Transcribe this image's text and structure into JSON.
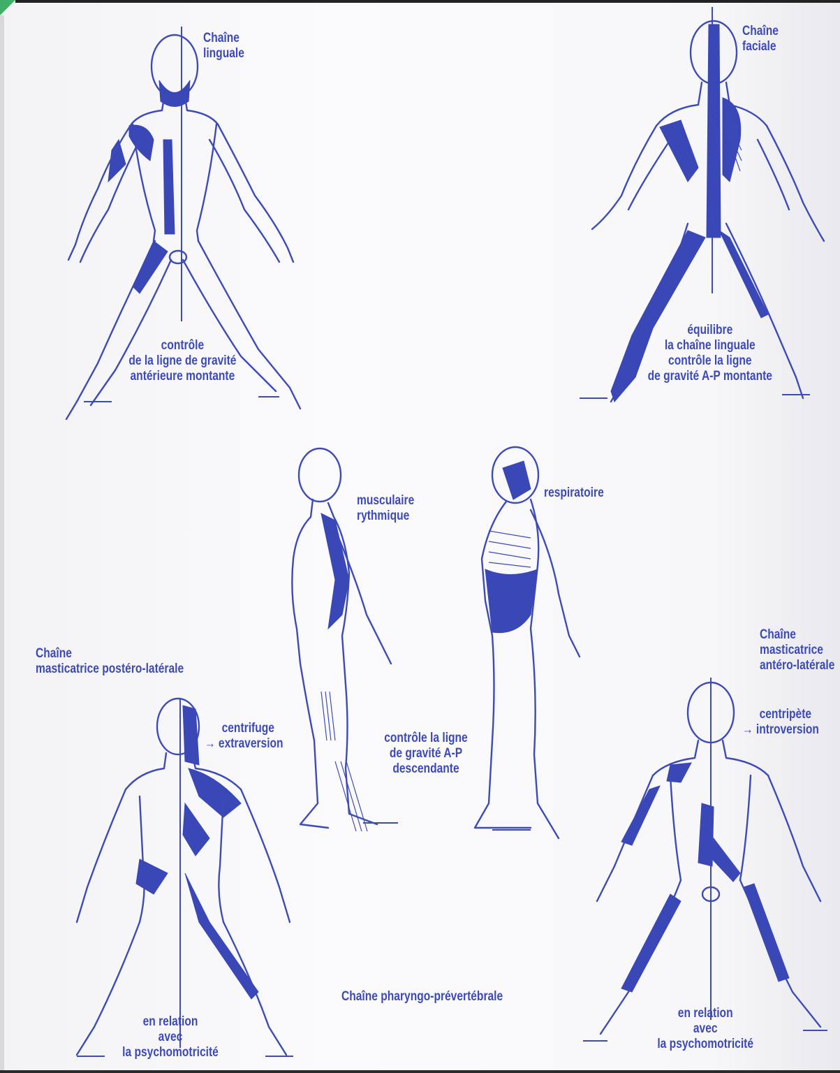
{
  "labels": {
    "chaine_linguale": [
      "Chaîne",
      "linguale"
    ],
    "chaine_faciale": [
      "Chaîne",
      "faciale"
    ],
    "controle_anterieure": [
      "contrôle",
      "de la ligne de gravité",
      "antérieure montante"
    ],
    "equilibre": [
      "équilibre",
      "la chaîne linguale",
      "contrôle la ligne",
      "de gravité A-P montante"
    ],
    "musculaire_rythmique": [
      "musculaire",
      "rythmique"
    ],
    "respiratoire": "respiratoire",
    "chaine_post_lat": [
      "Chaîne",
      "masticatrice postéro-latérale"
    ],
    "centrifuge": [
      "centrifuge",
      "→ extraversion"
    ],
    "controle_descendante": [
      "contrôle la ligne",
      "de gravité A-P",
      "descendante"
    ],
    "chaine_ant_lat": [
      "Chaîne",
      "masticatrice",
      "antéro-latérale"
    ],
    "centripete": [
      "centripète",
      "→ introversion"
    ],
    "pharyngo": "Chaîne pharyngo-prévertébrale",
    "relation_left": [
      "en relation",
      "avec",
      "la psychomotricité"
    ],
    "relation_right": [
      "en relation",
      "avec",
      "la psychomotricité"
    ]
  },
  "colors": {
    "ink": "#3d4ab5",
    "page": "#f6f6f8"
  }
}
